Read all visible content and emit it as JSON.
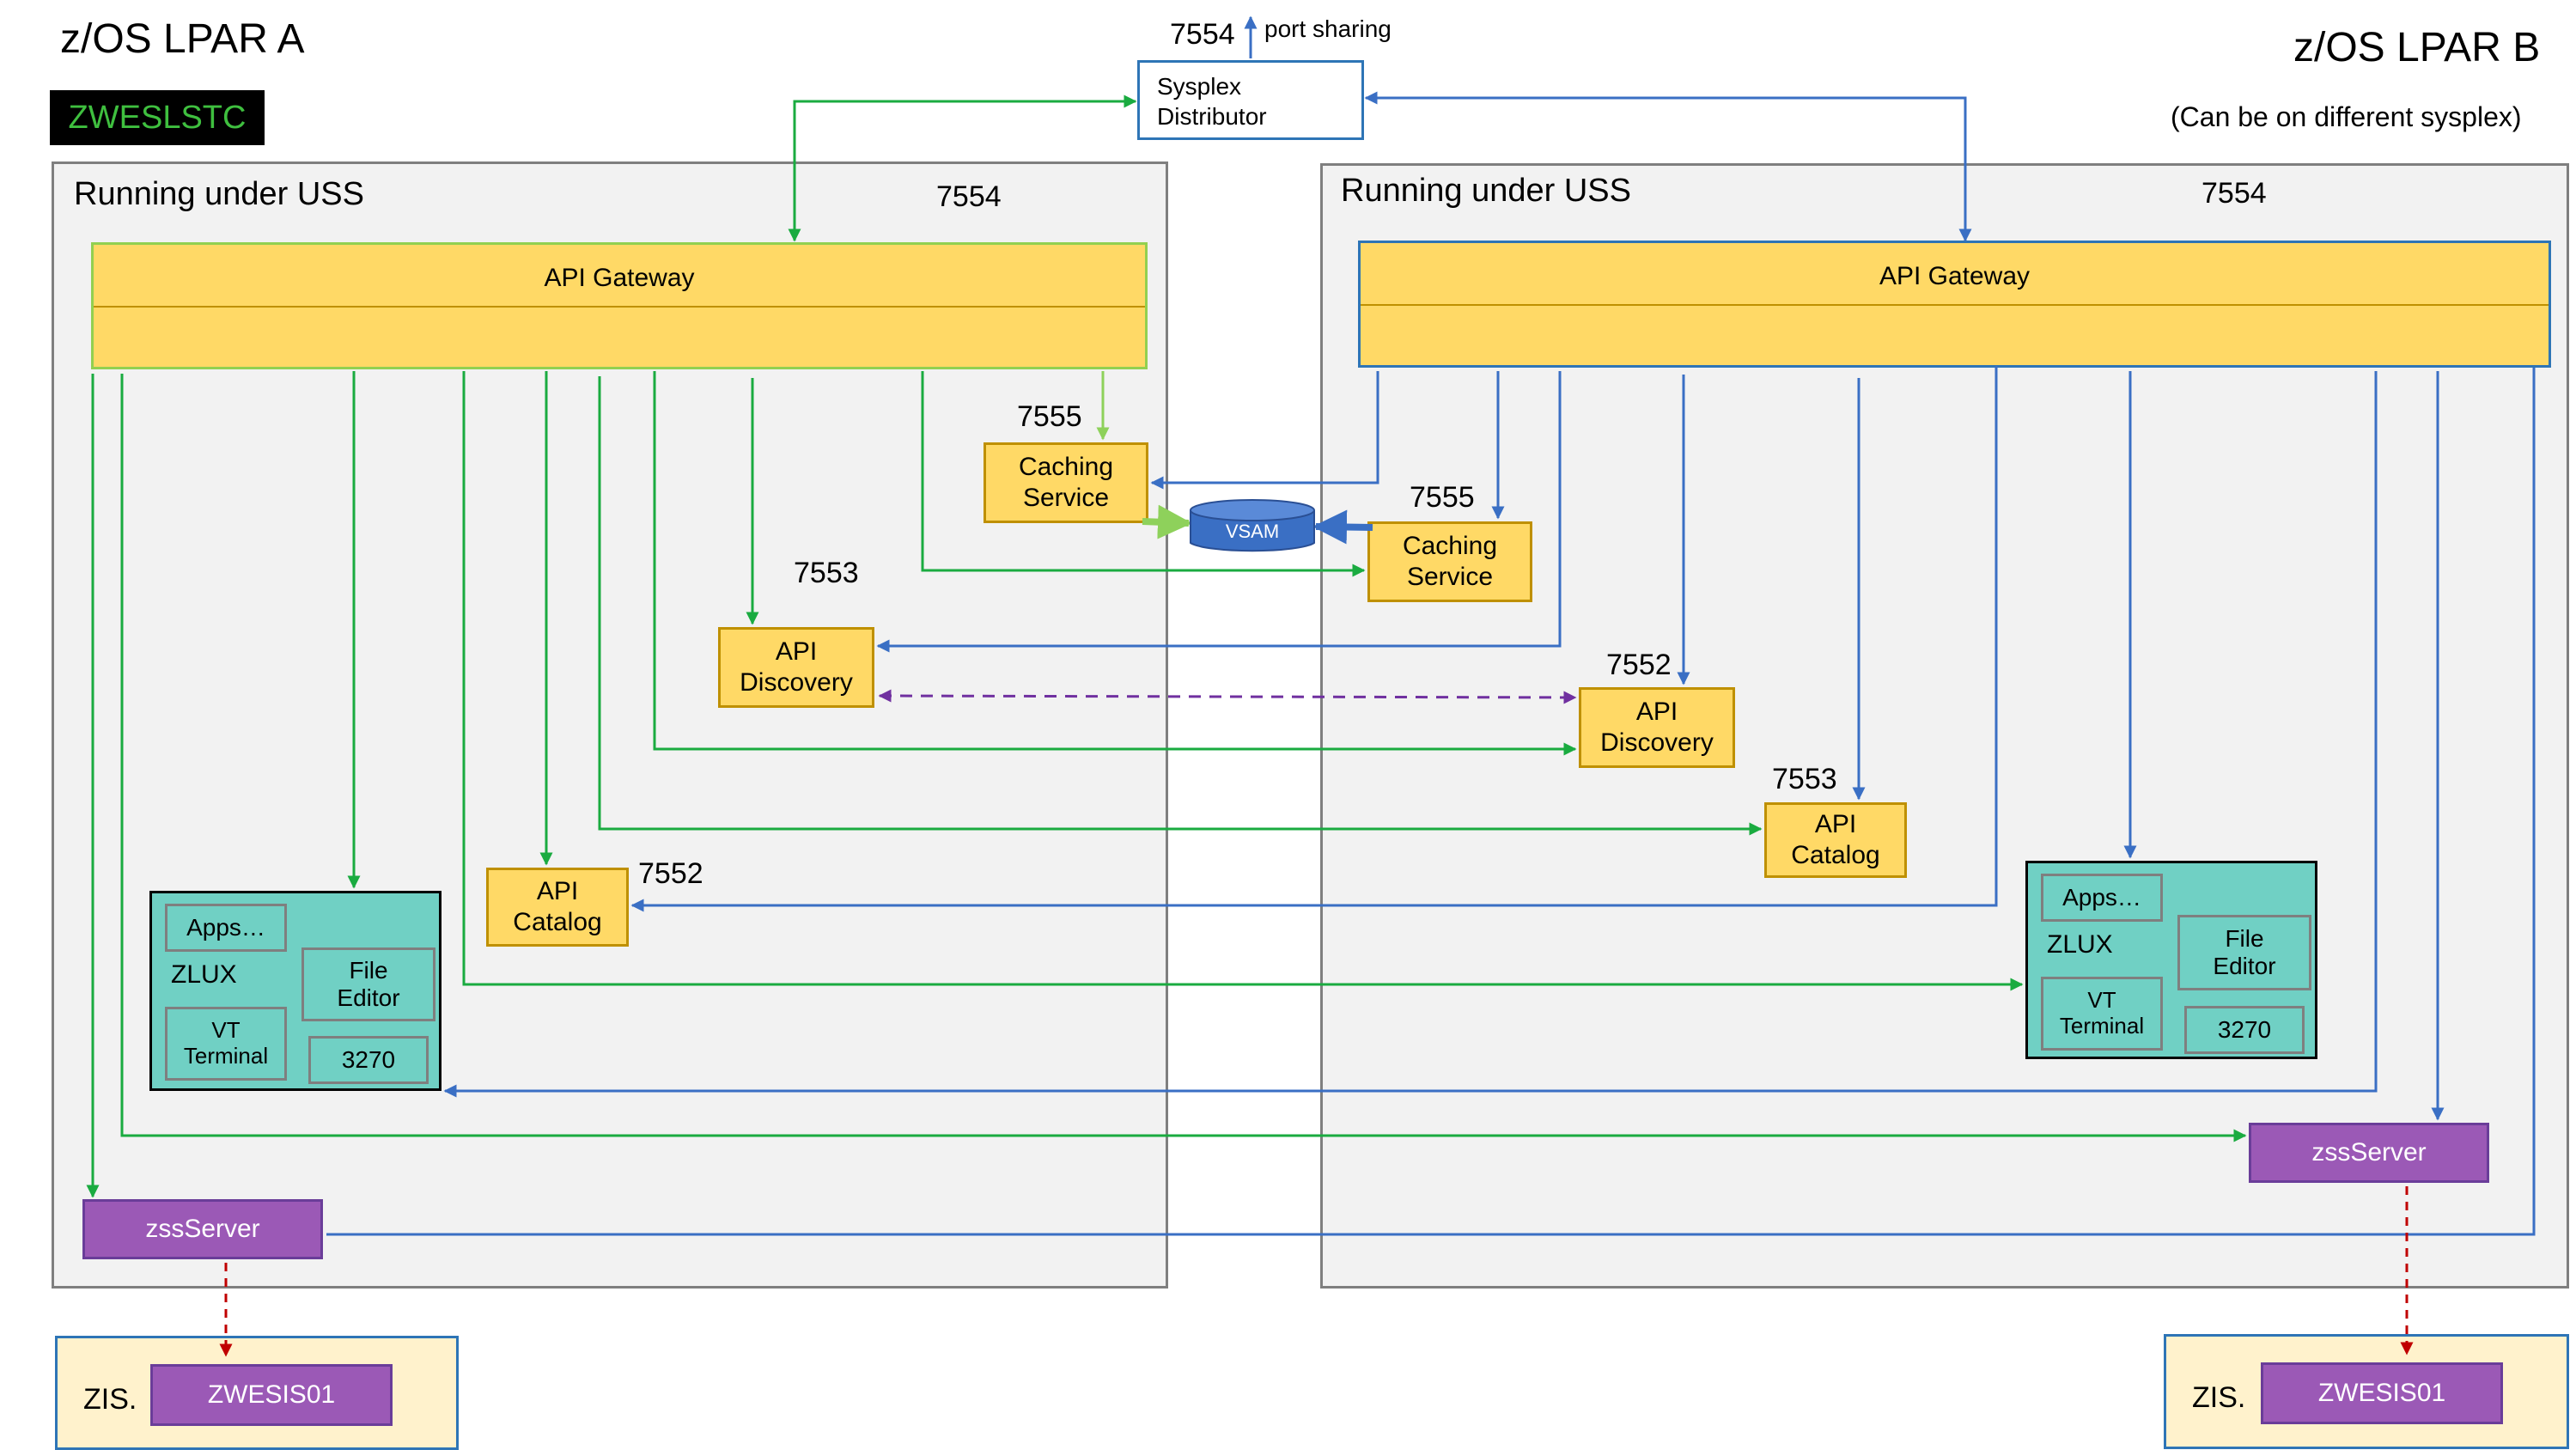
{
  "lpar_a": {
    "title": "z/OS LPAR A",
    "stc_badge": "ZWESLSTC",
    "uss_label": "Running under USS",
    "gateway_port": "7554",
    "gateway_label": "API Gateway",
    "caching_port": "7555",
    "caching_label": "Caching\nService",
    "discovery_port": "7553",
    "discovery_label": "API\nDiscovery",
    "catalog_port": "7552",
    "catalog_label": "API\nCatalog",
    "zlux": {
      "label": "ZLUX",
      "apps": "Apps…",
      "file_editor": "File\nEditor",
      "vt_terminal": "VT\nTerminal",
      "t3270": "3270"
    },
    "zss_label": "zssServer",
    "zis_label": "ZIS.",
    "zis_box": "ZWESIS01"
  },
  "lpar_b": {
    "title": "z/OS LPAR B",
    "subtitle": "(Can be on different sysplex)",
    "uss_label": "Running under USS",
    "gateway_port": "7554",
    "gateway_label": "API Gateway",
    "caching_port": "7555",
    "caching_label": "Caching\nService",
    "discovery_port": "7552",
    "discovery_label": "API\nDiscovery",
    "catalog_port": "7553",
    "catalog_label": "API\nCatalog",
    "zlux": {
      "label": "ZLUX",
      "apps": "Apps…",
      "file_editor": "File\nEditor",
      "vt_terminal": "VT\nTerminal",
      "t3270": "3270"
    },
    "zss_label": "zssServer",
    "zis_label": "ZIS.",
    "zis_box": "ZWESIS01"
  },
  "sysplex": {
    "port": "7554",
    "port_sharing": "port sharing",
    "label": "Sysplex\nDistributor"
  },
  "vsam_label": "VSAM",
  "colors": {
    "green_link": "#1aab40",
    "blue_link": "#3a6fc4",
    "purple_link": "#7030a0",
    "red_link": "#c00000"
  }
}
